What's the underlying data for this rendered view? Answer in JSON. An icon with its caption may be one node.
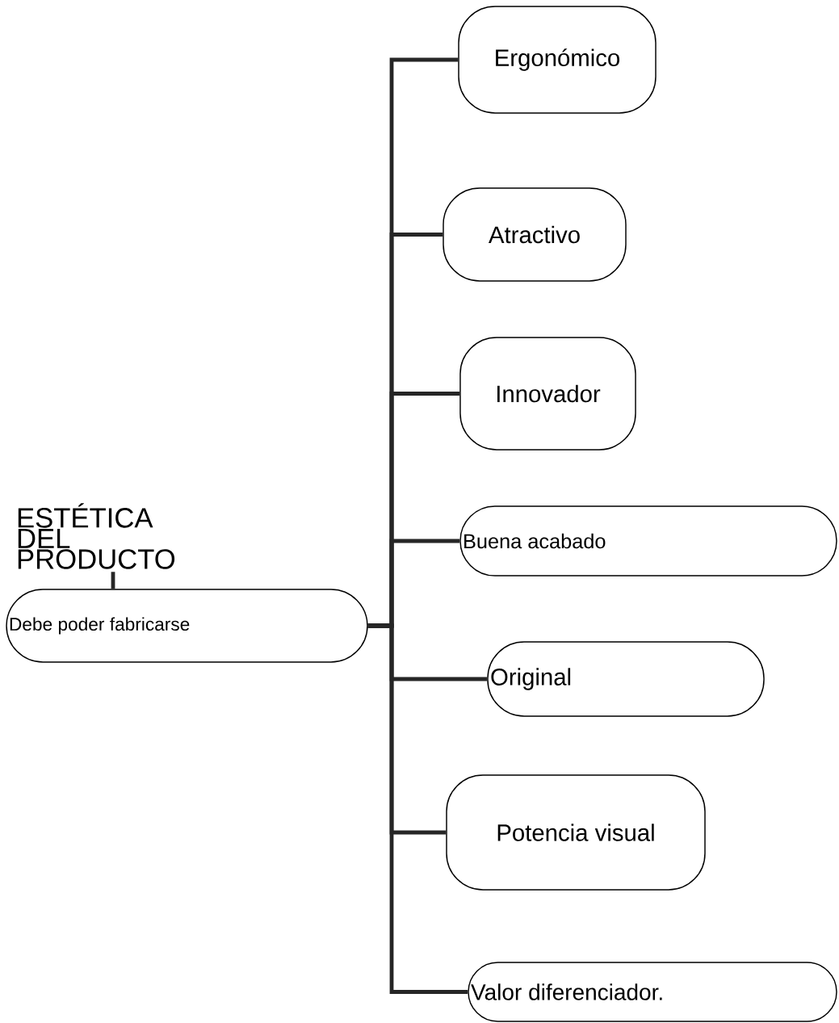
{
  "diagram": {
    "nodes": [
      {
        "text": [
          "ESTÉTICA DEL PRODUCTO"
        ]
      },
      {
        "text": [
          "Debe poder fabricarse"
        ]
      },
      {
        "text": [
          "Ergonómico"
        ]
      },
      {
        "text": [
          "Atractivo"
        ]
      },
      {
        "text": [
          "Innovador"
        ]
      },
      {
        "text": [
          "Buena acabado"
        ]
      },
      {
        "text": [
          "Original"
        ]
      },
      {
        "text": [
          "Potencia visual"
        ]
      },
      {
        "text": [
          "Valor diferenciador."
        ]
      }
    ],
    "edges": [
      {
        "from": 0,
        "to": 1,
        "arrow": "none"
      },
      {
        "from": 1,
        "to": 2,
        "arrow": "none"
      },
      {
        "from": 1,
        "to": 3,
        "arrow": "none"
      },
      {
        "from": 1,
        "to": 4,
        "arrow": "none"
      },
      {
        "from": 1,
        "to": 5,
        "arrow": "none"
      },
      {
        "from": 1,
        "to": 6,
        "arrow": "none"
      },
      {
        "from": 1,
        "to": 7,
        "arrow": "none"
      },
      {
        "from": 1,
        "to": 8,
        "arrow": "none"
      }
    ]
  }
}
